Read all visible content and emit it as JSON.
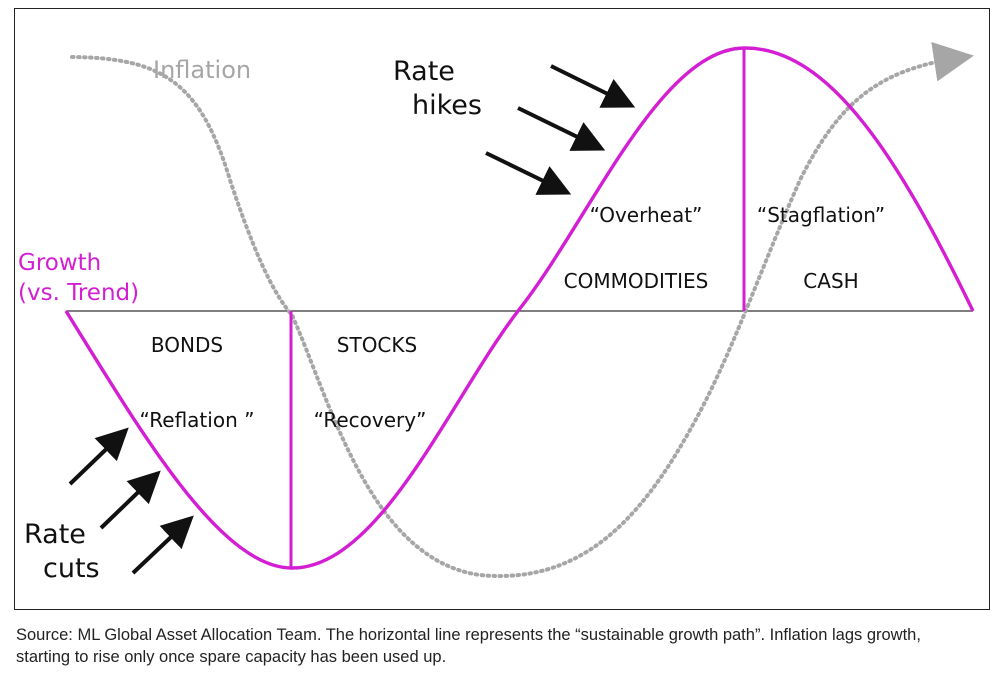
{
  "diagram": {
    "labels": {
      "inflation": "Inflation",
      "growth_line1": "Growth",
      "growth_line2": "(vs. Trend)",
      "rate_hikes_line1": "Rate",
      "rate_hikes_line2": "hikes",
      "rate_cuts_line1": "Rate",
      "rate_cuts_line2": "cuts"
    },
    "phases": [
      {
        "asset": "BONDS",
        "phase": "“Reflation ”"
      },
      {
        "asset": "STOCKS",
        "phase": "“Recovery”"
      },
      {
        "asset": "COMMODITIES",
        "phase": "“Overheat”"
      },
      {
        "asset": "CASH",
        "phase": "“Stagflation”"
      }
    ]
  },
  "colors": {
    "growth": "#d41ed4",
    "inflation": "#a6a6a6",
    "axis": "#555555",
    "text": "#111111"
  },
  "caption": "Source: ML Global Asset Allocation Team. The horizontal line represents the “sustainable growth path”. Inflation lags growth, starting to rise only once spare capacity has been used up."
}
